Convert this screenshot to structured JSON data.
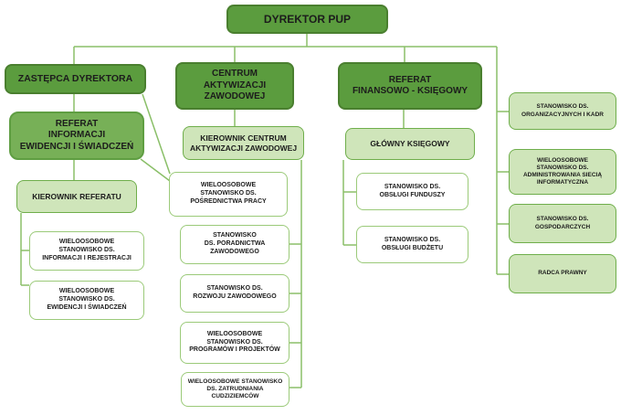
{
  "chart_title": "",
  "colors": {
    "header_fill": "#5b9c3e",
    "header_border": "#4a7f2f",
    "referat_inf_fill": "#77b057",
    "referat_inf_border": "#5f9e42",
    "light_fill": "#cfe5ba",
    "light_border": "#6fae4b",
    "white_fill": "#ffffff",
    "white_border": "#9bca79",
    "connector_line": "#8abf68",
    "text": "#1c1c1c"
  },
  "nodes": {
    "dyrektor": {
      "label": "DYREKTOR PUP"
    },
    "zastepca": {
      "label": "ZASTĘPCA DYREKTORA"
    },
    "referat_inf": {
      "label": [
        "REFERAT",
        "INFORMACJI",
        "EWIDENCJI I ŚWIADCZEŃ"
      ]
    },
    "kierownik_referatu": {
      "label": "KIEROWNIK REFERATU"
    },
    "st_informacji": {
      "label": [
        "WIELOOSOBOWE",
        "STANOWISKO DS.",
        "INFORMACJI I REJESTRACJI"
      ]
    },
    "st_ewidencji": {
      "label": [
        "WIELOOSOBOWE",
        "STANOWISKO DS.",
        "EWIDENCJI I ŚWIADCZEŃ"
      ]
    },
    "centrum": {
      "label": [
        "CENTRUM AKTYWIZACJI",
        "ZAWODOWEJ"
      ]
    },
    "kierownik_centrum": {
      "label": [
        "KIEROWNIK CENTRUM",
        "AKTYWIZACJI ZAWODOWEJ"
      ]
    },
    "st_posrednictwa": {
      "label": [
        "WIELOOSOBOWE",
        "STANOWISKO DS.",
        "POŚREDNICTWA PRACY"
      ]
    },
    "st_poradnictwa": {
      "label": [
        "STANOWISKO",
        "DS. PORADNICTWA",
        "ZAWODOWEGO"
      ]
    },
    "st_rozwoju": {
      "label": [
        "STANOWISKO DS.",
        "ROZWOJU ZAWODOWEGO"
      ]
    },
    "st_programow": {
      "label": [
        "WIELOOSOBOWE",
        "STANOWISKO DS.",
        "PROGRAMÓW I PROJEKTÓW"
      ]
    },
    "st_zatrudniania": {
      "label": [
        "WIELOOSOBOWE STANOWISKO",
        "DS. ZATRUDNIANIA",
        "CUDZIZIEMCÓW"
      ]
    },
    "referat_fk": {
      "label": [
        "REFERAT",
        "FINANSOWO - KSIĘGOWY"
      ]
    },
    "glowny_ksiegowy": {
      "label": "GŁÓWNY KSIĘGOWY"
    },
    "st_funduszy": {
      "label": [
        "STANOWISKO DS.",
        "OBSŁUGI FUNDUSZY"
      ]
    },
    "st_budzetu": {
      "label": [
        "STANOWISKO DS.",
        "OBSŁUGI BUDŻETU"
      ]
    },
    "st_org_kadr": {
      "label": [
        "STANOWISKO DS.",
        "ORGANIZACYJNYCH I KADR"
      ]
    },
    "st_siec": {
      "label": [
        "WIELOOSOBOWE",
        "STANOWISKO DS.",
        "ADMINISTROWANIA SIECIĄ",
        "INFORMATYCZNA"
      ]
    },
    "st_gospodarczych": {
      "label": [
        "STANOWISKO DS.",
        "GOSPODARCZYCH"
      ]
    },
    "radca": {
      "label": "RADCA PRAWNY"
    }
  }
}
